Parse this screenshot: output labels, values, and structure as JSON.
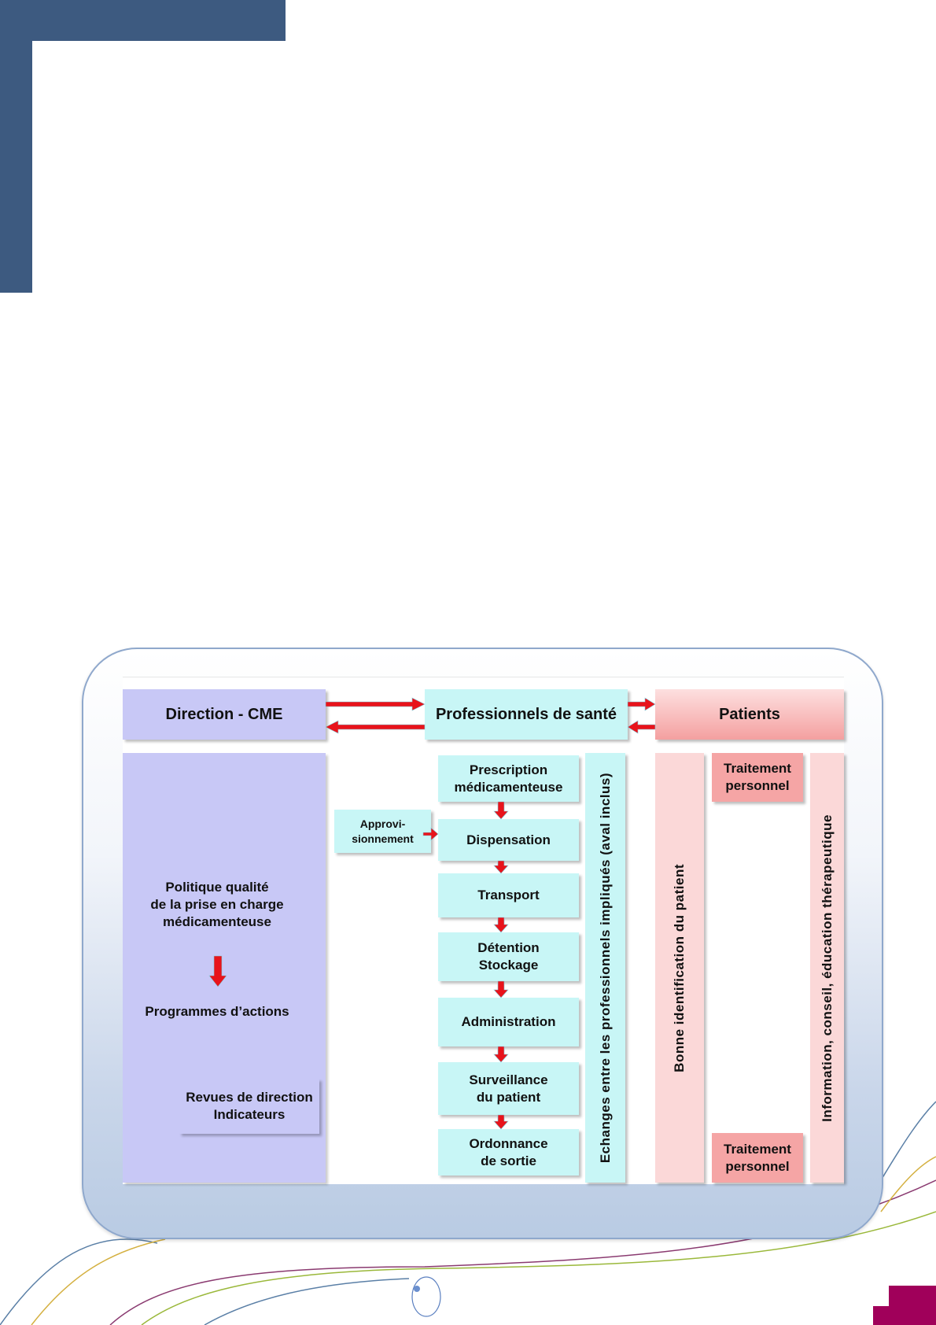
{
  "diagram": {
    "header": {
      "direction": "Direction - CME",
      "professionnels": "Professionnels de santé",
      "patients": "Patients"
    },
    "direction_column": {
      "politique_line1": "Politique qualité",
      "politique_line2": "de la prise en charge",
      "politique_line3": "médicamenteuse",
      "programmes": "Programmes d’actions",
      "revues_line1": "Revues de direction",
      "revues_line2": "Indicateurs"
    },
    "approvisionnement": {
      "line1": "Approvi-",
      "line2": "sionnement"
    },
    "steps": [
      {
        "line1": "Prescription",
        "line2": "médicamenteuse"
      },
      {
        "line1": "Dispensation",
        "line2": ""
      },
      {
        "line1": "Transport",
        "line2": ""
      },
      {
        "line1": "Détention",
        "line2": "Stockage"
      },
      {
        "line1": "Administration",
        "line2": ""
      },
      {
        "line1": "Surveillance",
        "line2": "du patient"
      },
      {
        "line1": "Ordonnance",
        "line2": "de sortie"
      }
    ],
    "echanges": "Echanges entre les professionnels impliqués (aval inclus)",
    "bonne_identification": "Bonne identification du patient",
    "traitement_top": {
      "line1": "Traitement",
      "line2": "personnel"
    },
    "traitement_bottom": {
      "line1": "Traitement",
      "line2": "personnel"
    },
    "information": "Information, conseil, éducation thérapeutique"
  },
  "colors": {
    "accent_blue": "#3d5a80",
    "arrow_red": "#e8131b",
    "magenta": "#a0005a"
  }
}
